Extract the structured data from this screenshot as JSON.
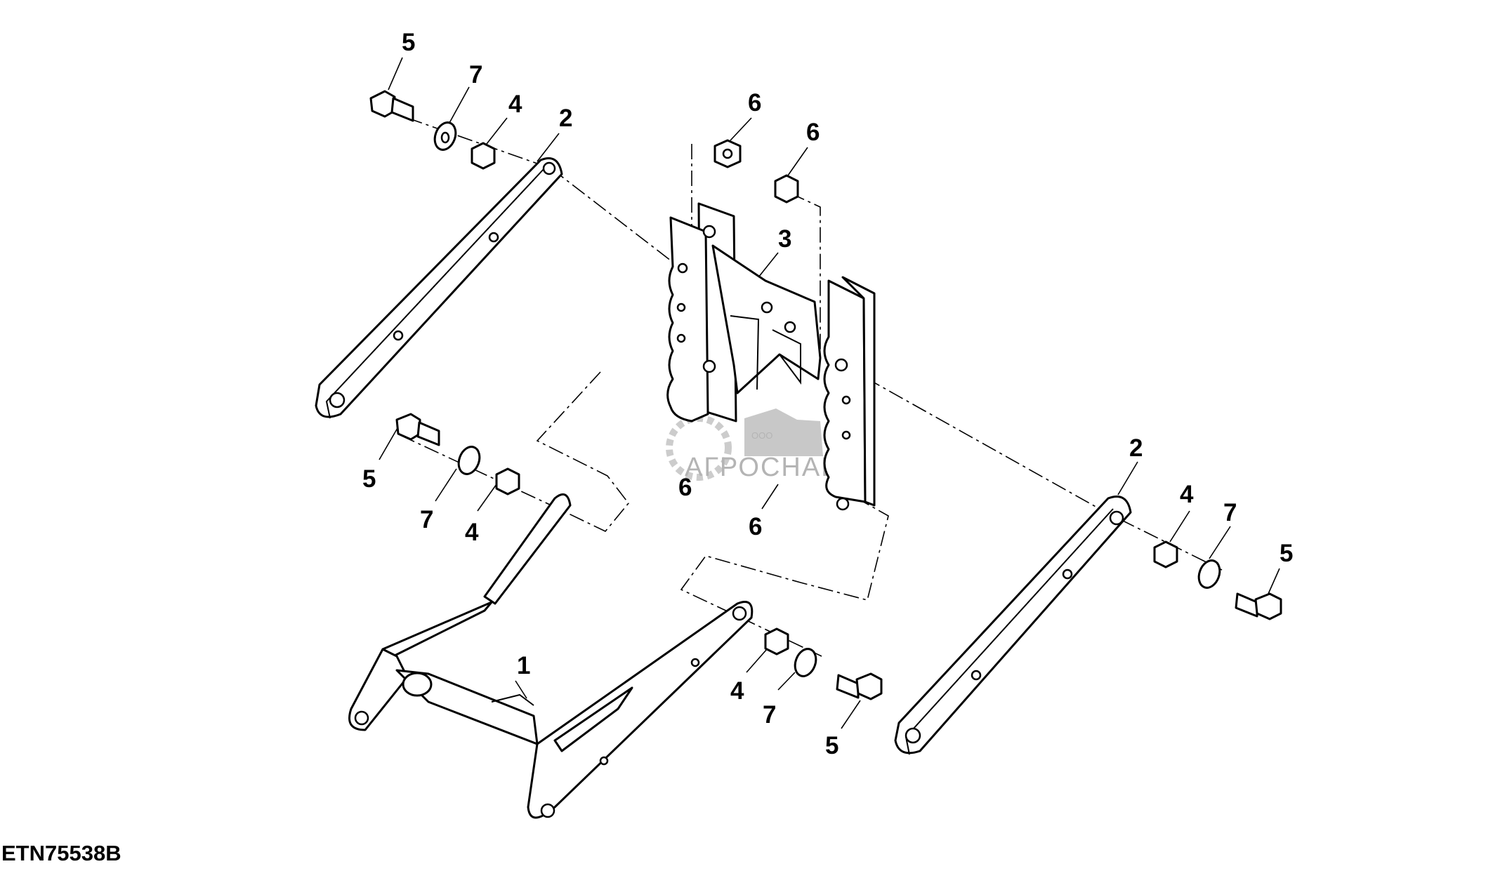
{
  "drawing_code": "ETN75538B",
  "watermark": {
    "small_text": "ООО",
    "brand_text": "АГРОСНАБ"
  },
  "callouts": {
    "c5_top_left": "5",
    "c7_top_left": "7",
    "c4_top_left": "4",
    "c2_left": "2",
    "c6_nut_a": "6",
    "c6_nut_b": "6",
    "c3_plate": "3",
    "c5_mid_left": "5",
    "c7_mid_left": "7",
    "c4_mid_left": "4",
    "c6_lower_a": "6",
    "c6_lower_b": "6",
    "c1_frame": "1",
    "c4_bottom": "4",
    "c7_bottom": "7",
    "c5_bottom": "5",
    "c2_right": "2",
    "c4_right": "4",
    "c7_right": "7",
    "c5_right": "5"
  }
}
